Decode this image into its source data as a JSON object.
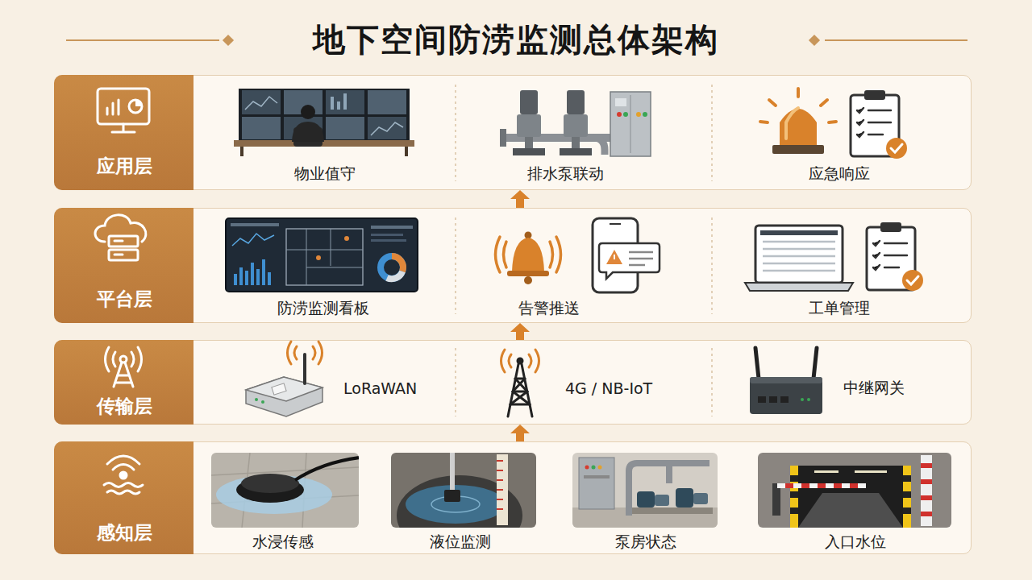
{
  "diagram": {
    "title": "地下空间防涝监测总体架构",
    "nodes": [
      {
        "text": [
          "应用层"
        ]
      },
      {
        "text": [
          "物业值守"
        ],
        "in": 0
      },
      {
        "text": [
          "排水泵联动"
        ],
        "in": 0
      },
      {
        "text": [
          "应急响应"
        ],
        "in": 0
      },
      {
        "text": [
          "平台层"
        ]
      },
      {
        "text": [
          "防涝监测看板"
        ],
        "in": 4
      },
      {
        "text": [
          "告警推送"
        ],
        "in": 4
      },
      {
        "text": [
          "工单管理"
        ],
        "in": 4
      },
      {
        "text": [
          "传输层"
        ]
      },
      {
        "text": [
          "LoRaWAN"
        ],
        "in": 8
      },
      {
        "text": [
          "4G / NB-IoT"
        ],
        "in": 8
      },
      {
        "text": [
          "中继网关"
        ],
        "in": 8
      },
      {
        "text": [
          "感知层"
        ]
      },
      {
        "text": [
          "水浸传感"
        ],
        "in": 12
      },
      {
        "text": [
          "液位监测"
        ],
        "in": 12
      },
      {
        "text": [
          "泵房状态"
        ],
        "in": 12
      },
      {
        "text": [
          "入口水位"
        ],
        "in": 12
      }
    ],
    "edges": [
      {
        "from": 12,
        "to": 8,
        "arrow": "to"
      },
      {
        "from": 8,
        "to": 4,
        "arrow": "to"
      },
      {
        "from": 4,
        "to": 0,
        "arrow": "to"
      }
    ]
  }
}
